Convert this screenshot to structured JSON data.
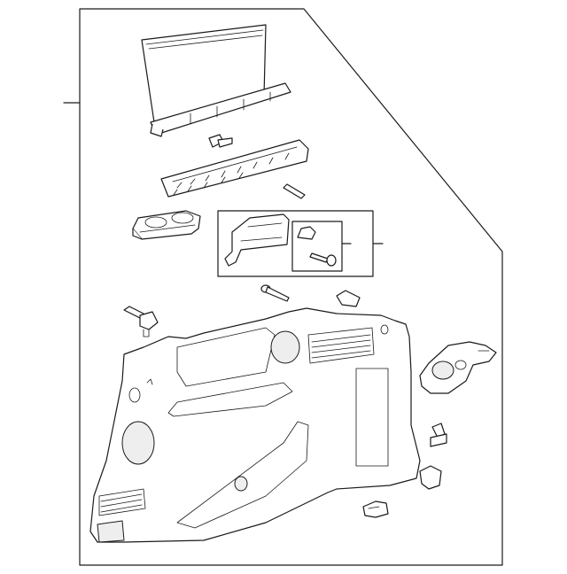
{
  "diagram": {
    "background": "#ffffff",
    "line_color": "#1a1a1a",
    "parts": [
      "quarter-trim-panel",
      "cargo-cover-assembly",
      "cover-rail",
      "clip-strip",
      "cup-holder",
      "hook-bracket",
      "clip",
      "bolt",
      "screw",
      "bracket-assembly",
      "retainer",
      "nut-clip"
    ]
  }
}
